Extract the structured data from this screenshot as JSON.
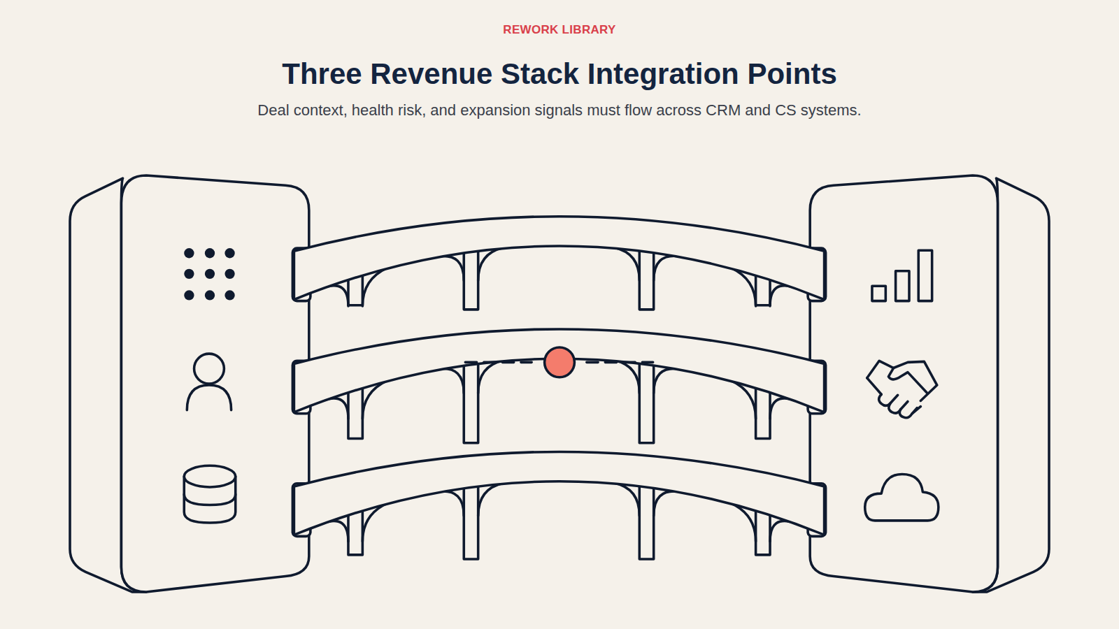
{
  "diagram": {
    "title": "Three Revenue Stack Integration Points",
    "caption": "Deal context, health risk, and expansion signals must flow across CRM and CS systems.",
    "labels": [
      "REWORK LIBRARY"
    ]
  }
}
